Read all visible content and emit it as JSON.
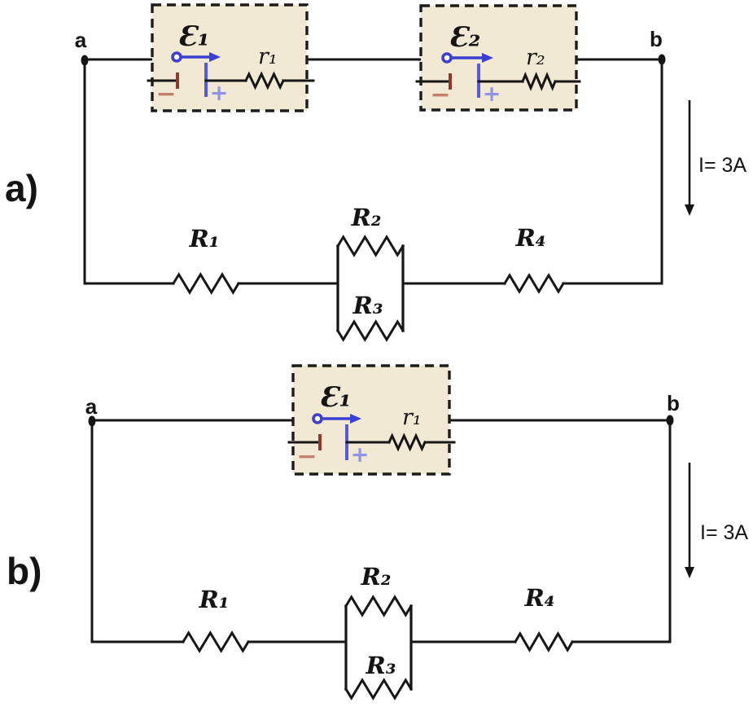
{
  "figure": {
    "colors": {
      "background": "#ffffff",
      "wire": "#161616",
      "emf_box_fill": "#f2e9d4",
      "emf_box_border": "#1c1c1c",
      "emf_arrow_blue": "#3b3fd0",
      "positive_terminal_blue": "#575cd6",
      "plus_sign_blue": "#8e92e8",
      "negative_terminal_red": "#8e3a2b",
      "minus_sign_red": "#c4806c"
    },
    "circuit_a": {
      "label": "a)",
      "node_left": "a",
      "node_right": "b",
      "current": "I= 3A",
      "sources": [
        {
          "emf": "Ɛ₁",
          "r": "r₁",
          "plus": "+",
          "minus": "−"
        },
        {
          "emf": "Ɛ₂",
          "r": "r₂",
          "plus": "+",
          "minus": "−"
        }
      ],
      "resistors": {
        "R1": "R₁",
        "R2": "R₂",
        "R3": "R₃",
        "R4": "R₄"
      }
    },
    "circuit_b": {
      "label": "b)",
      "node_left": "a",
      "node_right": "b",
      "current": "I= 3A",
      "sources": [
        {
          "emf": "Ɛ₁",
          "r": "r₁",
          "plus": "+",
          "minus": "−"
        }
      ],
      "resistors": {
        "R1": "R₁",
        "R2": "R₂",
        "R3": "R₃",
        "R4": "R₄"
      }
    }
  }
}
